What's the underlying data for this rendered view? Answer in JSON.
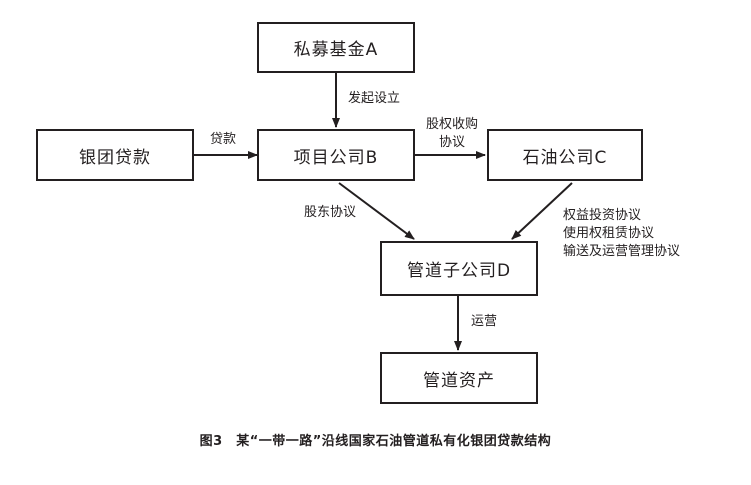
{
  "nodes": {
    "private_fund": "私募基金A",
    "project_company": "项目公司B",
    "bank_loan": "银团贷款",
    "oil_company": "石油公司C",
    "pipeline_subsidiary": "管道子公司D",
    "pipeline_assets": "管道资产"
  },
  "edges": {
    "fund_to_project": "发起设立",
    "loan_to_project": "贷款",
    "project_to_oil": [
      "股权收购",
      "协议"
    ],
    "project_to_subsidiary": "股东协议",
    "oil_to_subsidiary": [
      "权益投资协议",
      "使用权租赁协议",
      "输送及运营管理协议"
    ],
    "subsidiary_to_assets": "运营"
  },
  "caption": "图3　某“一带一路”沿线国家石油管道私有化银团贷款结构"
}
